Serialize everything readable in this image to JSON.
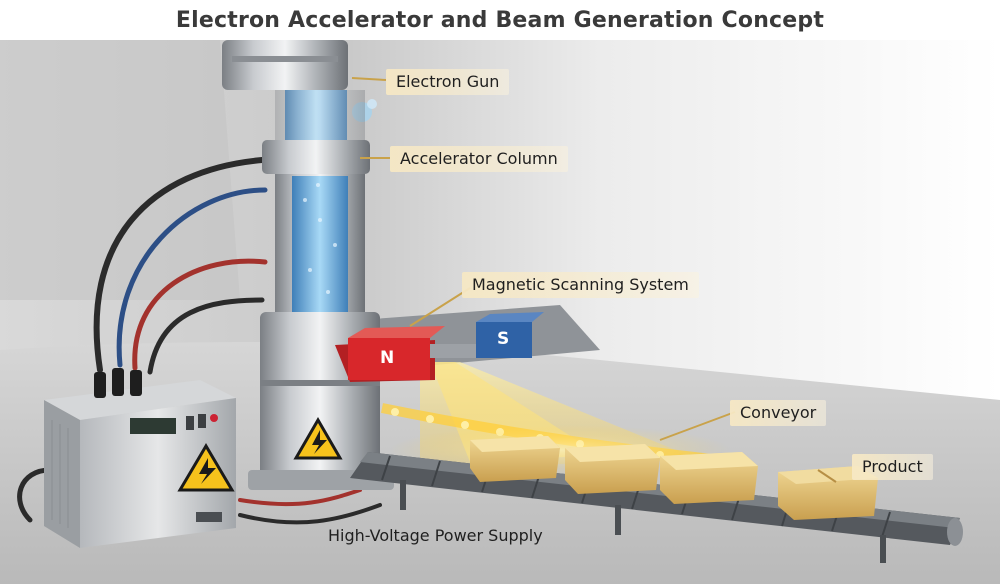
{
  "title": "Electron Accelerator and Beam Generation Concept",
  "labels": {
    "electron_gun": "Electron Gun",
    "accelerator_column": "Accelerator Column",
    "magnetic_scanning": "Magnetic Scanning System",
    "conveyor": "Conveyor",
    "product": "Product",
    "power_supply": "High-Voltage Power Supply"
  },
  "magnet_poles": {
    "north": "N",
    "south": "S"
  },
  "icons": [
    "high-voltage-warning-icon",
    "electron-gun-icon",
    "magnet-icon",
    "conveyor-icon",
    "box-icon"
  ],
  "colors": {
    "magnet_north": "#d8272b",
    "magnet_south": "#2f62a6",
    "beam": "#ffd24a",
    "warning": "#f6c21c",
    "electron_glow": "#6fb8ea"
  }
}
